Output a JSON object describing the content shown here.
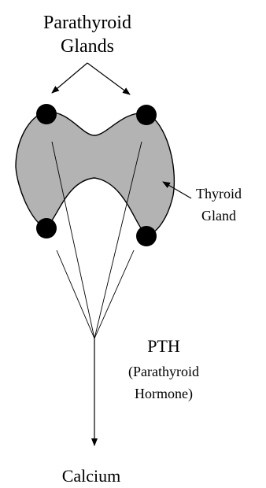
{
  "labels": {
    "parathyroid_line1": "Parathyroid",
    "parathyroid_line2": "Glands",
    "thyroid_line1": "Thyroid",
    "thyroid_line2": "Gland",
    "pth": "PTH",
    "pth_full_line1": "(Parathyroid",
    "pth_full_line2": "Hormone)",
    "calcium": "Calcium"
  },
  "colors": {
    "gland_fill": "#b3b3b3",
    "dot_fill": "#000000",
    "stroke": "#000000"
  }
}
